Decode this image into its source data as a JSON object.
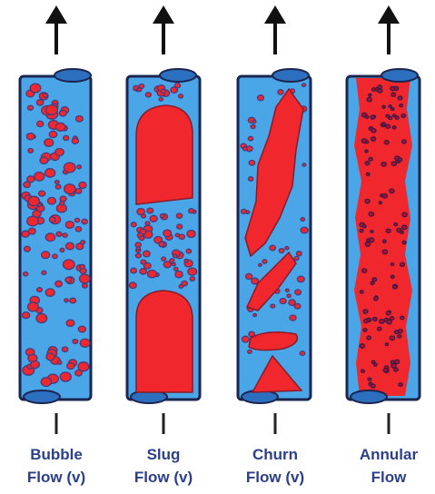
{
  "colors": {
    "pipe_fill": "#4aa6e6",
    "pipe_outline": "#1c2550",
    "pipe_end_cap": "#2c6fbf",
    "red_phase": "#f0282d",
    "bubble_outline": "#4a3a7a",
    "arrow": "#111111",
    "label_text": "#2b3f8a"
  },
  "panels": [
    {
      "name": "bubble",
      "label_line1": "Bubble",
      "label_line2": "Flow (v)"
    },
    {
      "name": "slug",
      "label_line1": "Slug",
      "label_line2": "Flow (v)"
    },
    {
      "name": "churn",
      "label_line1": "Churn",
      "label_line2": "Flow (v)"
    },
    {
      "name": "annular",
      "label_line1": "Annular",
      "label_line2": "Flow"
    }
  ]
}
